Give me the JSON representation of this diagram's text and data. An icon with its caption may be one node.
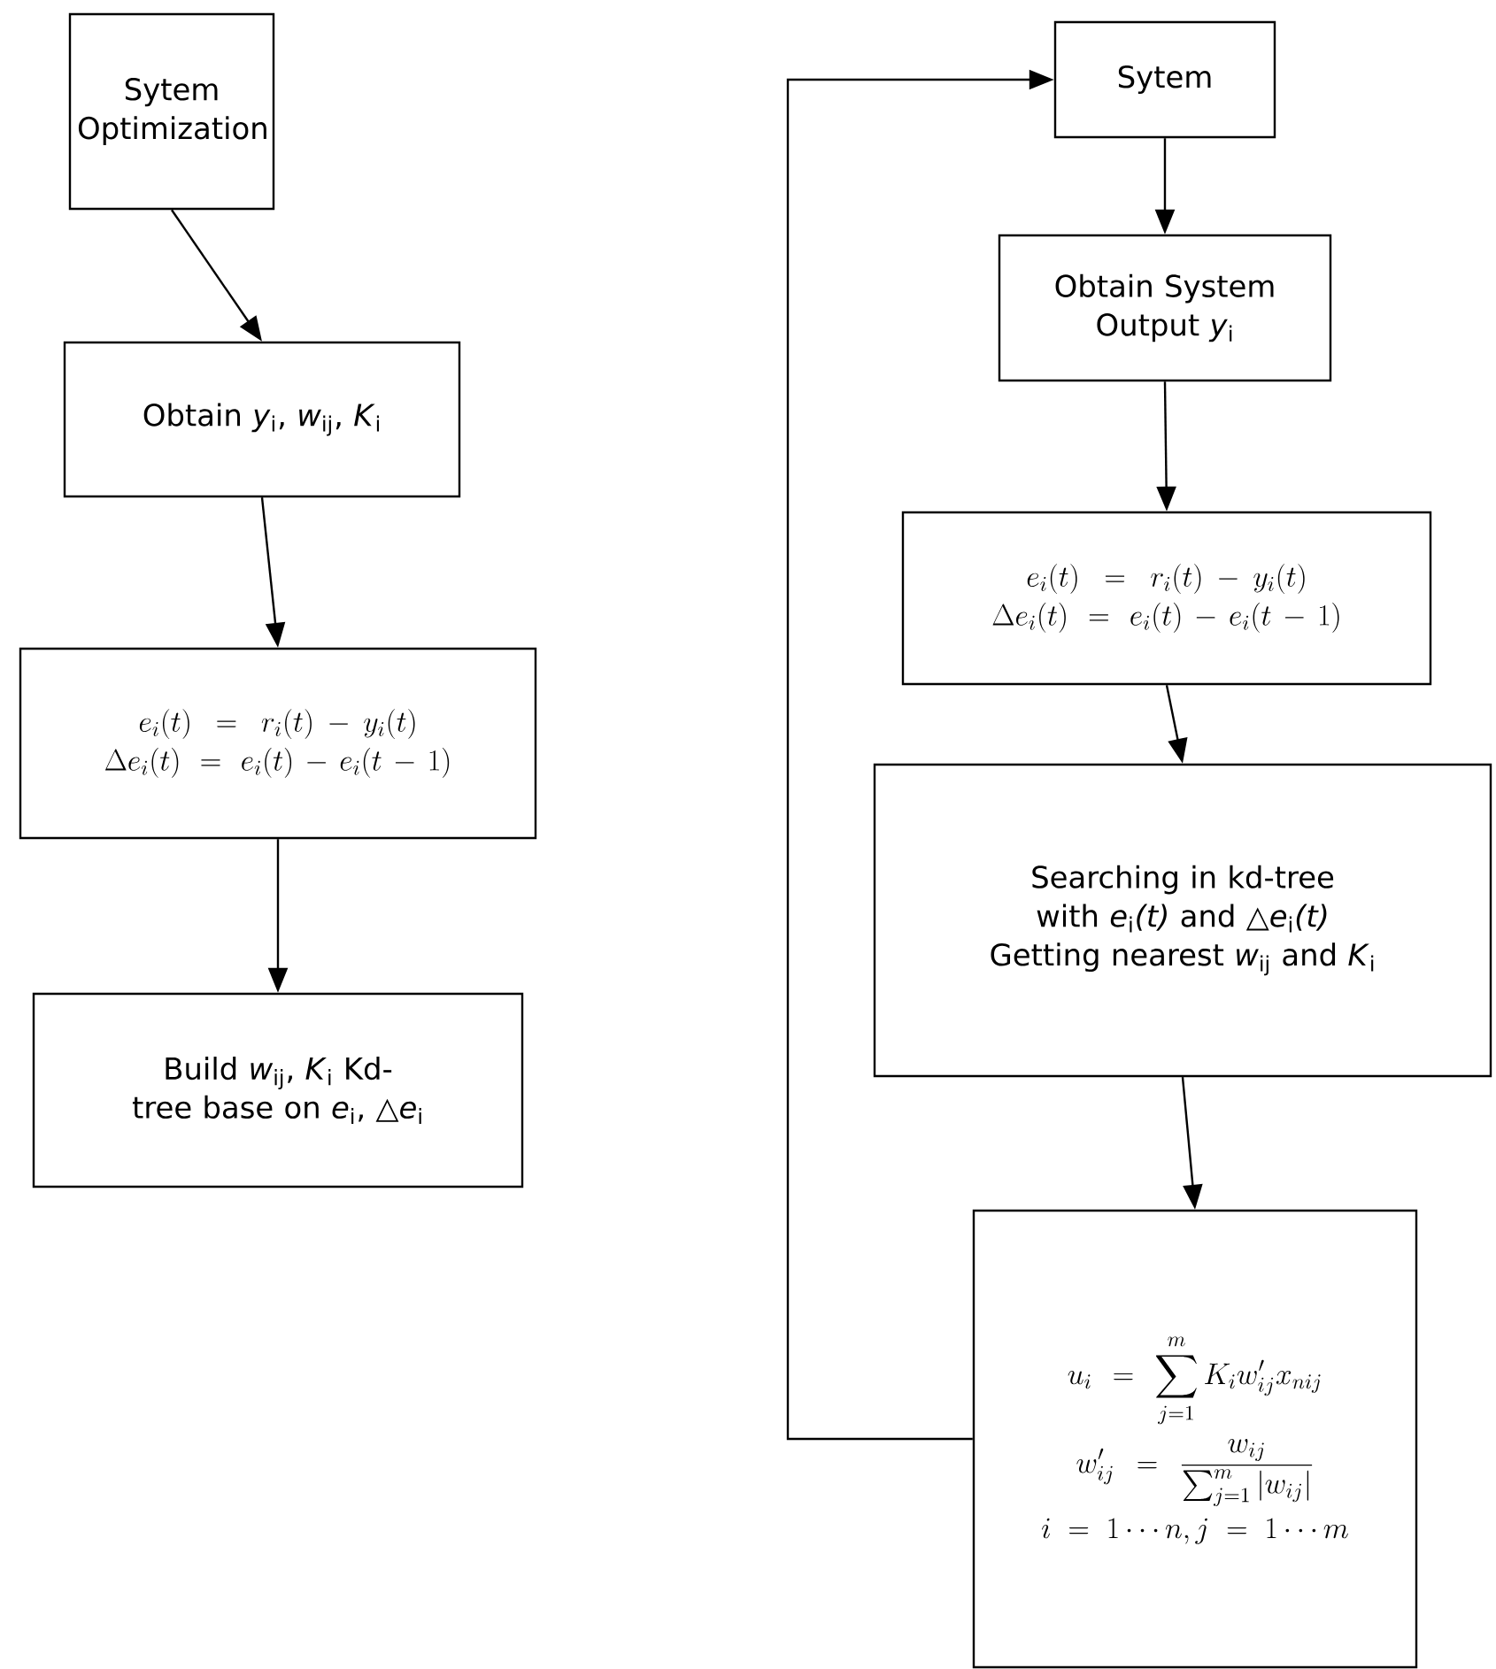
{
  "diagram": {
    "nodes": [
      {
        "text": [
          "Sytem Optimization"
        ]
      },
      {
        "text": [
          "Obtain *y*$_{i}$, *w*$_{ij}$, *K*$_{i}$"
        ]
      },
      {
        "text": [
          "e_i(t)=r_i(t)-y_i(t)",
          "\\Delta e_i(t)=e_i(t)-e_i(t-1)"
        ]
      },
      {
        "text": [
          "Build *w*$_{ij}$, *K*$_{i}$ Kd-tree base on *e*$_{i}$, △*e*$_{i}$"
        ]
      },
      {
        "text": [
          "Sytem"
        ]
      },
      {
        "text": [
          "Obtain System Output *y*$_{i}$"
        ]
      },
      {
        "text": [
          "e_i(t)=r_i(t)-y_i(t)",
          "\\Delta e_i(t)=e_i(t)-e_i(t-1)"
        ]
      },
      {
        "text": [
          "Searching in kd-tree with *e*$_{i}$*(t)* and △*e*$_{i}$*(t)*",
          "Getting nearest *w*$_{ij}$ and *K*$_{i}$"
        ]
      },
      {
        "text": [
          "u_i=\\sum_{j=1}^{m}K_i w'_{ij}x_{nij}",
          "w'_{ij}=\\frac{w_{ij}}{\\sum_{j=1}^{m}\\left|w_{ij}\\right|}",
          "i=1\\cdots n, j=1\\cdots m"
        ]
      }
    ],
    "edges": [
      {
        "from": 0,
        "to": 1,
        "arrow": "to"
      },
      {
        "from": 1,
        "to": 2,
        "arrow": "to"
      },
      {
        "from": 2,
        "to": 3,
        "arrow": "to"
      },
      {
        "from": 4,
        "to": 5,
        "arrow": "to"
      },
      {
        "from": 5,
        "to": 6,
        "arrow": "to"
      },
      {
        "from": 6,
        "to": 7,
        "arrow": "to"
      },
      {
        "from": 7,
        "to": 8,
        "arrow": "to"
      },
      {
        "from": 8,
        "to": 4,
        "arrow": "to"
      }
    ]
  }
}
